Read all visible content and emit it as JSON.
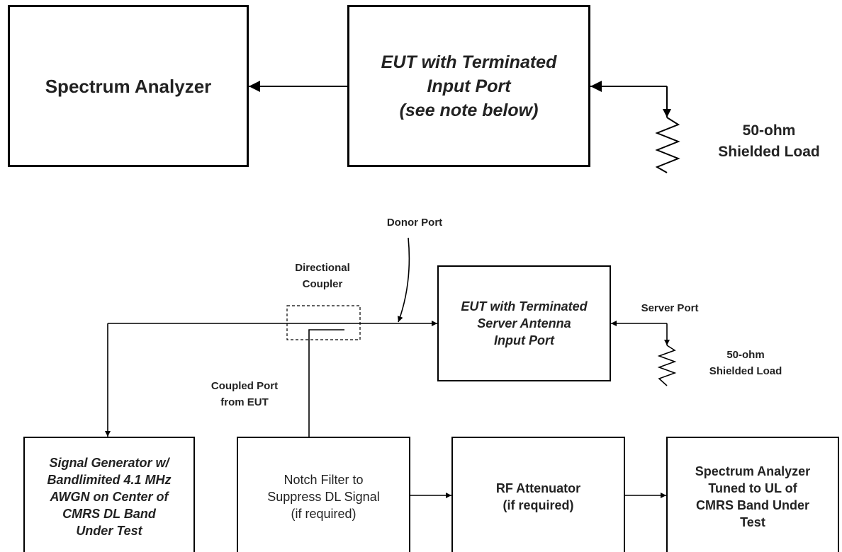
{
  "top": {
    "analyzer": "Spectrum Analyzer",
    "eut": "EUT with Terminated\nInput Port\n(see note below)",
    "load": "50-ohm\nShielded Load"
  },
  "bottom": {
    "donor_port": "Donor Port",
    "coupler": "Directional\nCoupler",
    "eut": "EUT with Terminated\nServer Antenna\nInput Port",
    "server_port": "Server Port",
    "load": "50-ohm\nShielded Load",
    "coupled_port": "Coupled Port\nfrom EUT",
    "signal_generator": "Signal Generator w/\nBandlimited 4.1 MHz\nAWGN on Center of\nCMRS DL Band\nUnder Test",
    "notch_filter": "Notch Filter to\nSuppress DL Signal\n(if required)",
    "rf_attenuator": "RF Attenuator\n(if required)",
    "analyzer": "Spectrum Analyzer\nTuned to UL of\nCMRS Band Under\nTest"
  }
}
